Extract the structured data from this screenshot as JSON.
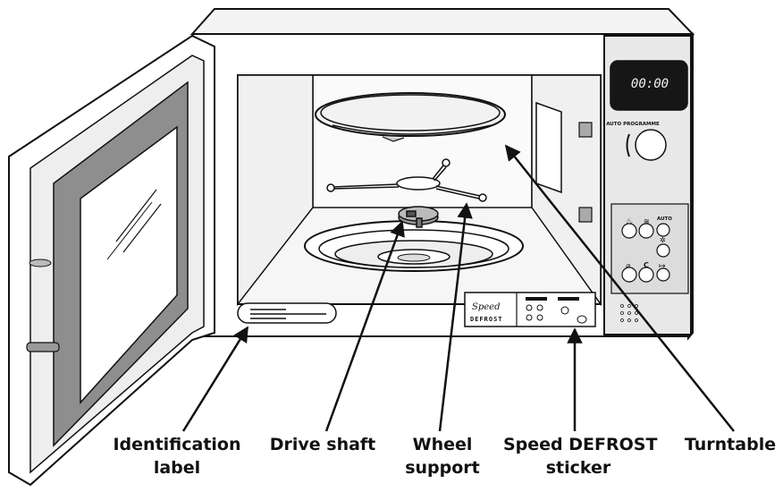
{
  "display": {
    "time": "00:00"
  },
  "panel": {
    "auto_programme": "AUTO PROGRAMME",
    "auto_key": "AUTO",
    "clear_key": "C"
  },
  "sticker": {
    "line1": "Speed",
    "line2": "DEFROST"
  },
  "callouts": [
    {
      "id": "identification-label",
      "lines": [
        "Identification",
        "label"
      ]
    },
    {
      "id": "drive-shaft",
      "lines": [
        "Drive shaft"
      ]
    },
    {
      "id": "wheel-support",
      "lines": [
        "Wheel",
        "support"
      ]
    },
    {
      "id": "speed-defrost-sticker",
      "lines": [
        "Speed DEFROST",
        "sticker"
      ]
    },
    {
      "id": "turntable",
      "lines": [
        "Turntable"
      ]
    }
  ],
  "colors": {
    "outline": "#111111",
    "panel": "#e8e8e8",
    "display_bg": "#161616",
    "display_text": "#f0f0f0",
    "door_glass": "#8e8e8e"
  }
}
